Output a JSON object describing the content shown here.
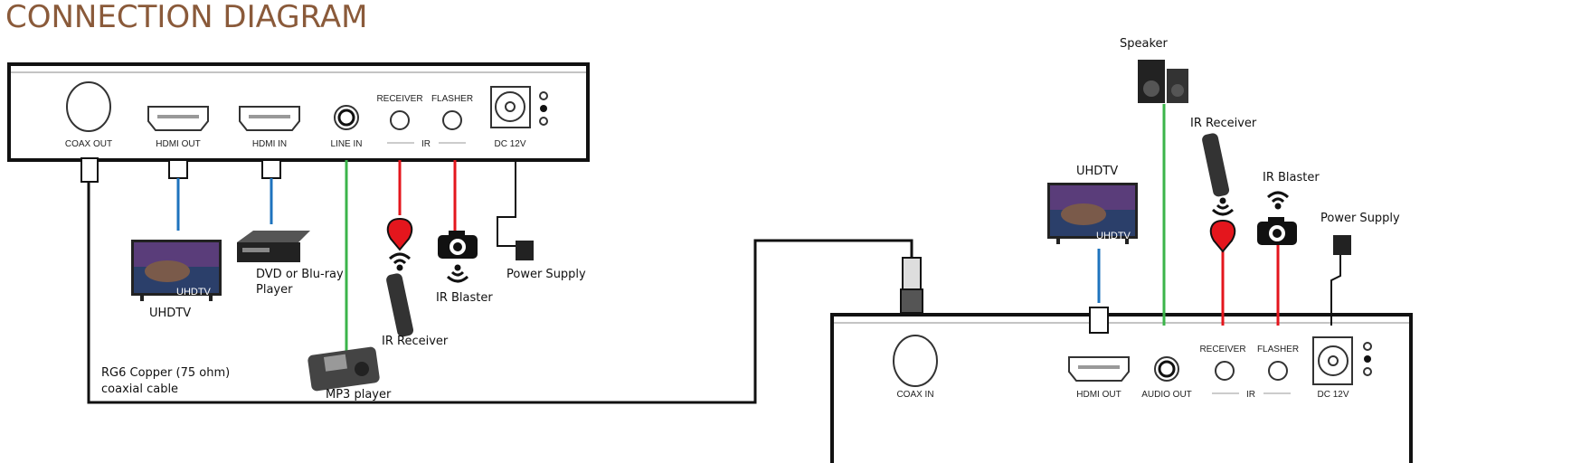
{
  "title": "CONNECTION DIAGRAM",
  "transmitter": {
    "ports": {
      "coax": "COAX OUT",
      "hdmi_out": "HDMI OUT",
      "hdmi_in": "HDMI IN",
      "line_in": "LINE IN",
      "receiver": "RECEIVER",
      "flasher": "FLASHER",
      "ir": "IR",
      "dc": "DC 12V"
    }
  },
  "receiver_unit": {
    "ports": {
      "coax": "COAX IN",
      "hdmi_out": "HDMI OUT",
      "audio_out": "AUDIO OUT",
      "receiver": "RECEIVER",
      "flasher": "FLASHER",
      "ir": "IR",
      "dc": "DC 12V"
    }
  },
  "left_devices": {
    "tv": "UHDTV",
    "tv_badge": "UHDTV",
    "dvd_line1": "DVD or Blu-ray",
    "dvd_line2": "Player",
    "mp3": "MP3 player",
    "ir_receiver": "IR Receiver",
    "ir_blaster": "IR Blaster",
    "power": "Power Supply"
  },
  "cable": {
    "line1": "RG6 Copper (75 ohm)",
    "line2": "coaxial cable"
  },
  "right_devices": {
    "speaker": "Speaker",
    "tv": "UHDTV",
    "tv_badge": "UHDTV",
    "ir_receiver": "IR Receiver",
    "ir_blaster": "IR Blaster",
    "power": "Power Supply"
  },
  "colors": {
    "title": "#8a5a3a",
    "hdmi": "#1e73be",
    "audio": "#3bb44a",
    "ir": "#e4161d"
  }
}
